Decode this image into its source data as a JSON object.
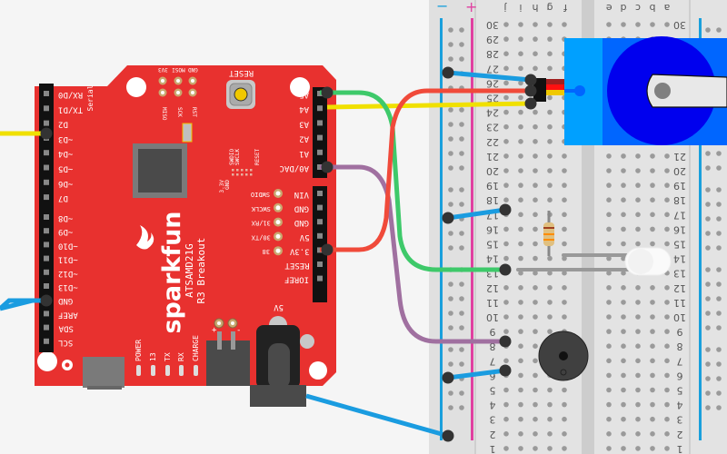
{
  "board": {
    "name": "sparkfun",
    "model": "ATSAMD21G",
    "subtitle": "R3 Breakout",
    "color": "#e8312f",
    "reset_label": "RESET",
    "icsp_top": [
      "GND",
      "MOSI",
      "3V3"
    ],
    "icsp_bottom": [
      "MISO",
      "SCK",
      "RST"
    ],
    "swd_labels": [
      "SWDIO",
      "SWCLK",
      "RESET"
    ],
    "swd_side": [
      "3.3V",
      "GND"
    ],
    "left_header_1": [
      "RX/D0",
      "TX/D1",
      "D2",
      "~D3",
      "~D4",
      "~D5",
      "~D6",
      "D7"
    ],
    "serial_label": "Serial",
    "left_header_2": [
      "~D8",
      "~D9",
      "~D10",
      "~D11",
      "~D12",
      "~D13",
      "GND",
      "AREF",
      "SDA",
      "SCL"
    ],
    "right_header_1": [
      "A5",
      "A4",
      "A3",
      "A2",
      "A1",
      "A0/DAC"
    ],
    "right_header_2": [
      "VIN",
      "GND",
      "GND",
      "5V",
      "3.3V",
      "RESET",
      "IOREF"
    ],
    "mid_pins": [
      "SWDIO",
      "SWCLK",
      "31/RX",
      "30/TX",
      "38"
    ],
    "leds": [
      "POWER",
      "13",
      "TX",
      "RX",
      "CHARGE"
    ],
    "barrel_label": "5V",
    "battery_plus": "+",
    "battery_minus": "-"
  },
  "breadboard": {
    "rail_minus": "−",
    "rail_plus": "+",
    "cols_left": [
      "j",
      "i",
      "h",
      "g",
      "f"
    ],
    "cols_right": [
      "e",
      "d",
      "c",
      "b",
      "a"
    ],
    "rows": [
      "30",
      "29",
      "28",
      "27",
      "26",
      "25",
      "24",
      "23",
      "22",
      "21",
      "20",
      "19",
      "18",
      "17",
      "16",
      "15",
      "14",
      "13",
      "12",
      "11",
      "10",
      "9",
      "8",
      "7",
      "6",
      "5",
      "4",
      "3",
      "2",
      "1"
    ]
  },
  "wires": [
    {
      "name": "yellow-d3-a4",
      "color": "#f0e000"
    },
    {
      "name": "green-a5-row13",
      "color": "#3ec96a"
    },
    {
      "name": "purple-a0-row8",
      "color": "#a070a0"
    },
    {
      "name": "red-3v3-row25",
      "color": "#f04a3a"
    },
    {
      "name": "blue-servo-gnd",
      "color": "#1a9ce0"
    },
    {
      "name": "blue-row17-gnd",
      "color": "#1a9ce0"
    },
    {
      "name": "blue-row6-gnd",
      "color": "#1a9ce0"
    },
    {
      "name": "blue-barrel-gnd",
      "color": "#1a9ce0"
    },
    {
      "name": "blue-gnd-left",
      "color": "#1a9ce0"
    }
  ],
  "components": {
    "servo_color": "#0050ff",
    "servo_tab_color": "#00a0ff",
    "led_color": "#ffffff",
    "buzzer_color": "#404040"
  }
}
